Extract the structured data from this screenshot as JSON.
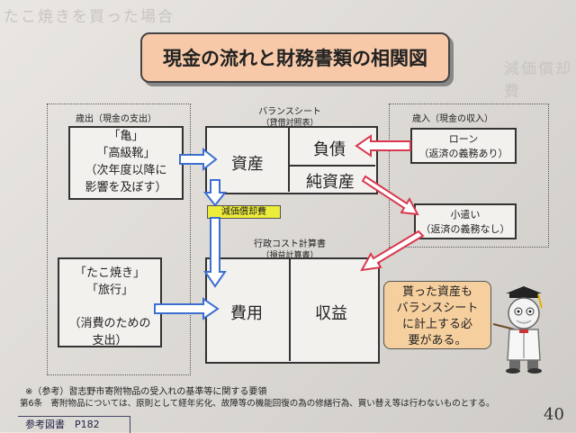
{
  "title": "現金の流れと財務書類の相関図",
  "left_top": {
    "heading": "歳出（現金の支出）",
    "line1": "「亀」",
    "line2": "「高級靴」",
    "line3": "（次年度以降に",
    "line4": "影響を及ぼす）"
  },
  "left_bottom": {
    "line1": "「たこ焼き」",
    "line2": "「旅行」",
    "line3": "（消費のための",
    "line4": "支出）"
  },
  "balance_sheet": {
    "title": "バランスシート",
    "subtitle": "（貸借対照表）",
    "assets": "資産",
    "liabilities": "負債",
    "net_assets": "純資産"
  },
  "depreciation": "減価償却費",
  "cost_statement": {
    "title": "行政コスト計算書",
    "subtitle": "（損益計算書）",
    "expenses": "費用",
    "revenue": "収益"
  },
  "right": {
    "heading": "歳入（現金の収入）",
    "loan_line1": "ローン",
    "loan_line2": "（返済の義務あり）",
    "allowance_line1": "小遣い",
    "allowance_line2": "（返済の義務なし）"
  },
  "note": {
    "line1": "貰った資産も",
    "line2": "バランスシート",
    "line3": "に計上する必",
    "line4": "要がある。"
  },
  "footer": {
    "line1": "※（参考）習志野市寄附物品の受入れの基準等に関する要領",
    "line2": "第6条　寄附物品については、原則として経年劣化、故障等の機能回復の為の修繕行為、買い替え等は行わないものとする。",
    "ref": "参考図書　P182",
    "page": "40"
  },
  "background_text": {
    "left": "たこ焼きを買った場合",
    "right": "減価償却費"
  },
  "colors": {
    "title_bg": "#f7c9a8",
    "note_bg": "#f6cf9e",
    "blue_arrow": "#3c6fd0",
    "red_arrow": "#d9394f",
    "depreciation_band": "#ecec3a"
  },
  "icons": {
    "mascot": "professor-mascot-icon"
  }
}
